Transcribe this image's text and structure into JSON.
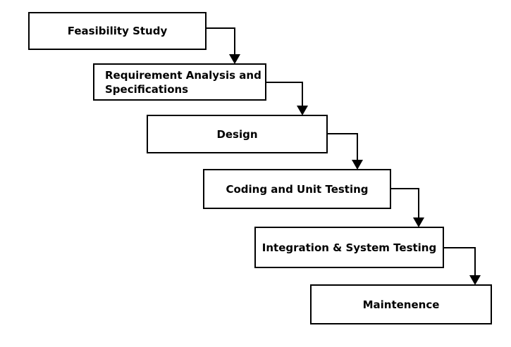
{
  "stages": [
    {
      "id": "feasibility",
      "label": "Feasibility Study"
    },
    {
      "id": "requirement",
      "label": "Requirement Analysis and\nSpecifications"
    },
    {
      "id": "design",
      "label": "Design"
    },
    {
      "id": "coding",
      "label": "Coding and Unit Testing"
    },
    {
      "id": "integration",
      "label": "Integration & System Testing"
    },
    {
      "id": "maintenance",
      "label": "Maintenence"
    }
  ],
  "colors": {
    "stroke": "#000000",
    "background": "#ffffff",
    "text": "#000000"
  }
}
